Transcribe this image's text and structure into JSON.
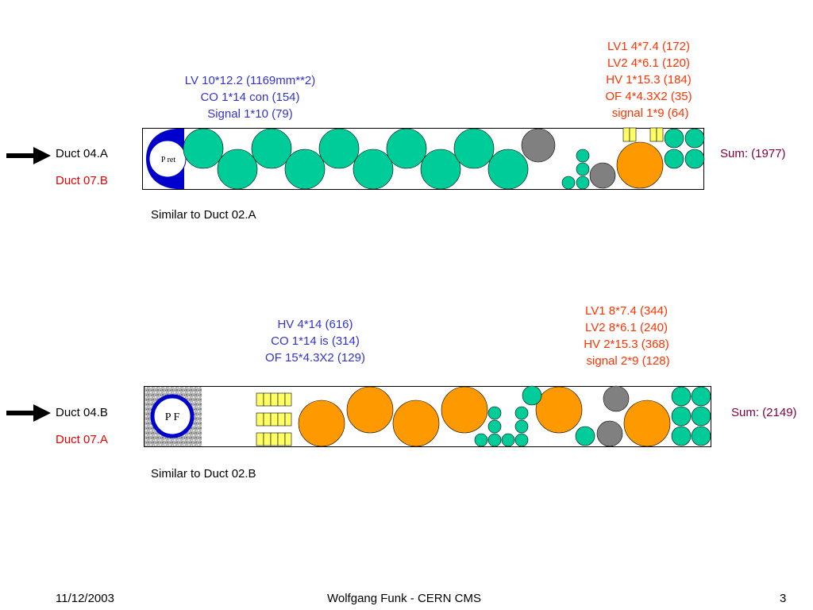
{
  "slide": {
    "footer": {
      "date": "11/12/2003",
      "author": "Wolfgang Funk - CERN  CMS",
      "page": "3"
    }
  },
  "duct_top": {
    "label_primary": "Duct 04.A",
    "label_secondary": "Duct 07.B",
    "left_spec": [
      "LV  10*12.2 (1169mm**2)",
      "CO 1*14 con (154)",
      "Signal 1*10 (79)"
    ],
    "right_spec": [
      "LV1  4*7.4 (172)",
      "LV2  4*6.1 (120)",
      "HV 1*15.3 (184)",
      "OF 4*4.3X2 (35)",
      " signal 1*9 (64)"
    ],
    "pipe_label": "P ret",
    "sum": "Sum: (1977)",
    "note": "Similar to Duct 02.A"
  },
  "duct_bottom": {
    "label_primary": "Duct 04.B",
    "label_secondary": "Duct 07.A",
    "left_spec": [
      "HV  4*14 (616)",
      "CO 1*14 is (314)",
      "OF 15*4.3X2 (129)"
    ],
    "right_spec": [
      "LV1  8*7.4 (344)",
      "LV2  8*6.1 (240)",
      "HV 2*15.3 (368)",
      " signal 2*9 (128)"
    ],
    "pipe_label": "P F",
    "sum": "Sum: (2149)",
    "note": "Similar to Duct 02.B"
  },
  "colors": {
    "cable_green": "#00cc99",
    "cable_orange": "#ff9900",
    "cable_gray": "#808080",
    "fiber_yellow": "#ffff66",
    "pipe_blue": "#0000cc",
    "spec_blue": "#3333cc",
    "spec_orange": "#ff3300",
    "sum_text": "#800040"
  }
}
